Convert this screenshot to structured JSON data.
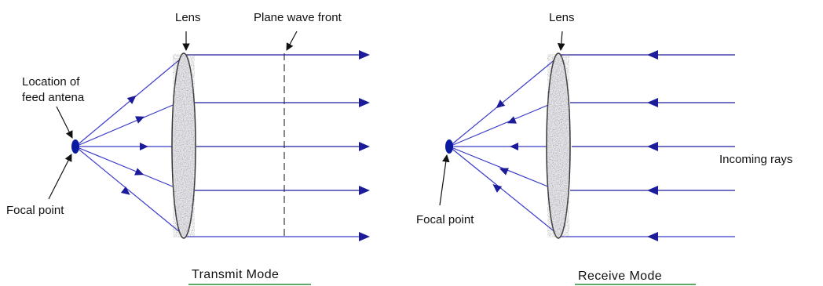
{
  "transmit": {
    "lens_label": "Lens",
    "wavefront_label": "Plane wave front",
    "feed_label_line1": "Location of",
    "feed_label_line2": "feed antena",
    "focal_label": "Focal point",
    "caption": "Transmit Mode"
  },
  "receive": {
    "lens_label": "Lens",
    "incoming_label": "Incoming rays",
    "focal_label": "Focal point",
    "caption": "Receive Mode"
  },
  "colors": {
    "ray": "#1c1c9a",
    "ray_light": "#3a3ac8",
    "focal_point": "#0a1aa0",
    "caption_underline": "#2e8b3a",
    "lens_outline": "#333333",
    "wavefront": "#555555"
  }
}
